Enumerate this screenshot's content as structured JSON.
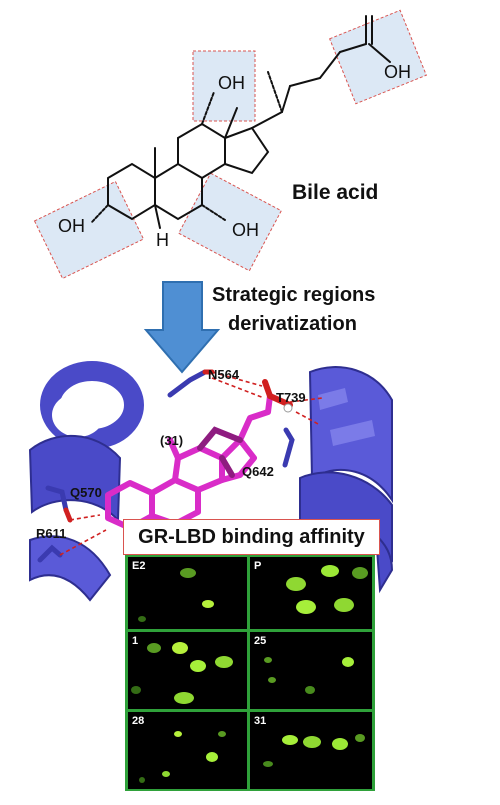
{
  "structure": {
    "groups": [
      "OH",
      "OH",
      "OH",
      "OH",
      "H"
    ],
    "label": "Bile acid"
  },
  "arrow_text": "Strategic regions derivatization",
  "arrow_text_lines": [
    "Strategic regions",
    "derivatization"
  ],
  "residues": [
    "N564",
    "T739",
    "(31)",
    "Q642",
    "Q570",
    "R611"
  ],
  "banner": "GR-LBD binding affinity",
  "panels": [
    {
      "label": "E2"
    },
    {
      "label": "P"
    },
    {
      "label": "1"
    },
    {
      "label": "25"
    },
    {
      "label": "28"
    },
    {
      "label": "31"
    }
  ],
  "colors": {
    "highlight": "#dce8f5",
    "arrow": "#4f8fd3",
    "protein": "#4a4ac8",
    "ligand": "#d92cc8",
    "grid": "#2fa13a",
    "fluor": "#9be836"
  }
}
